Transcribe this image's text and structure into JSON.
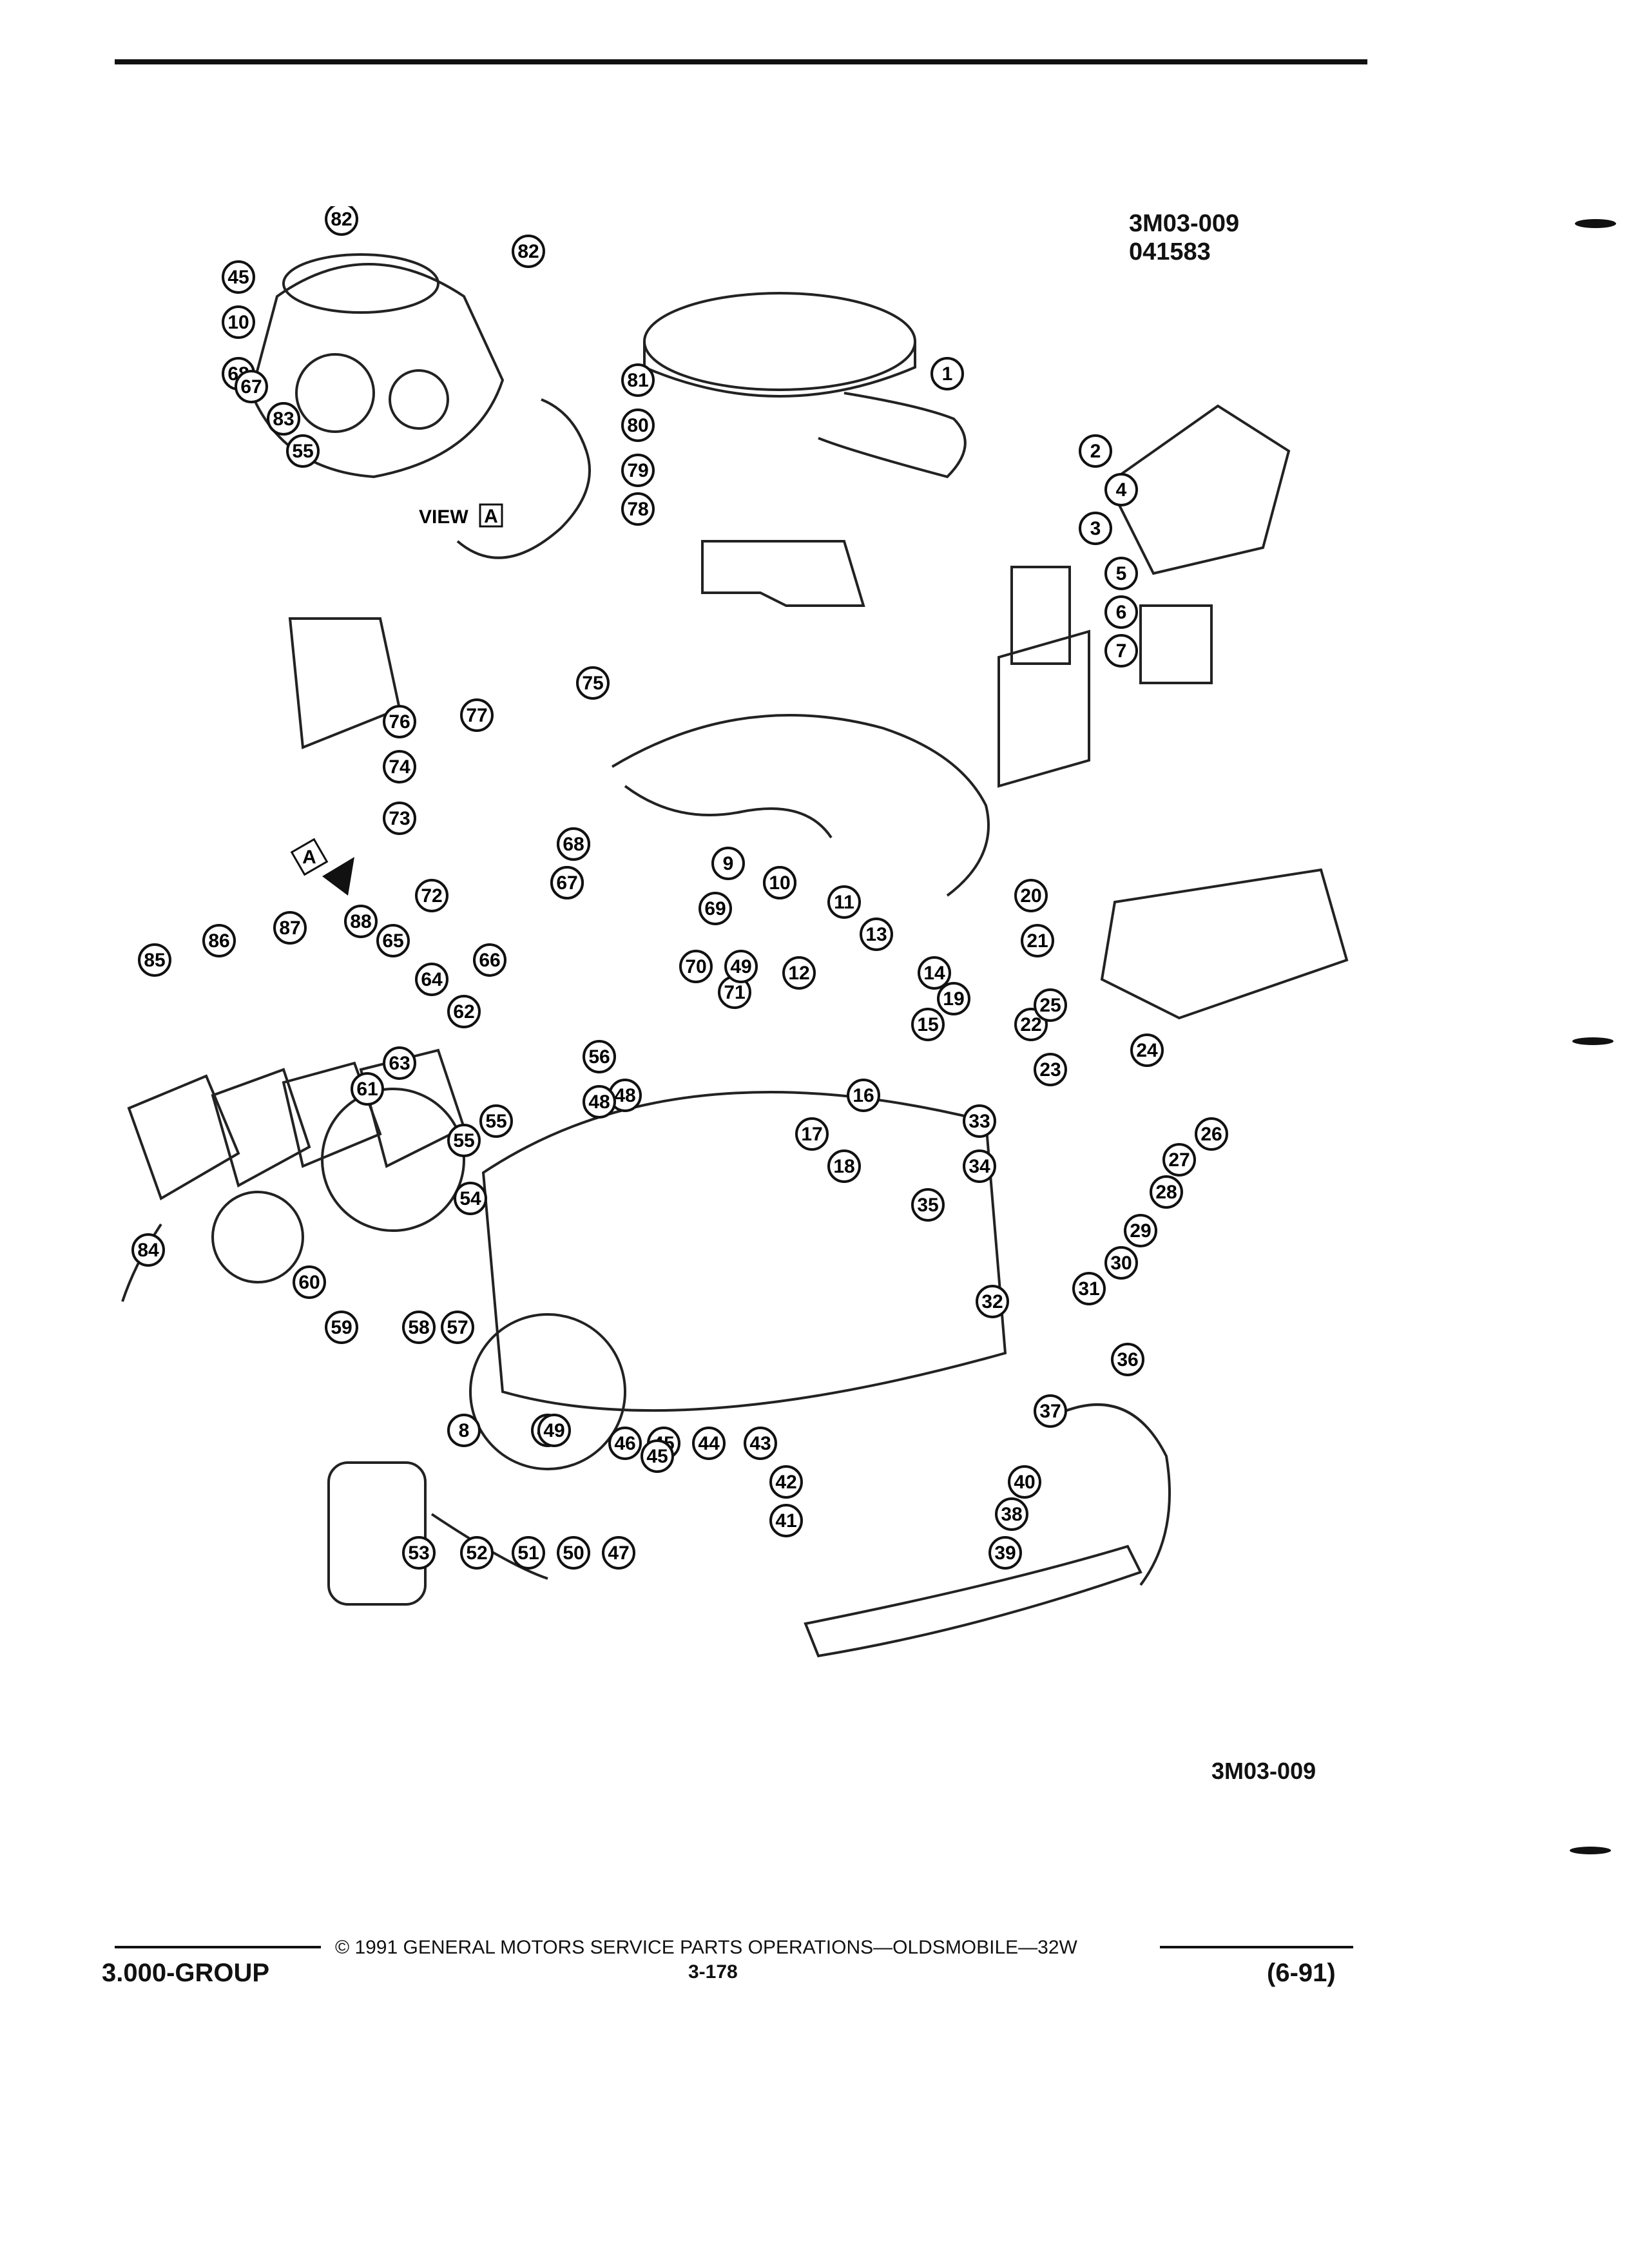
{
  "header": {
    "figure_code": "3M03-009",
    "figure_date": "041583"
  },
  "diagram": {
    "view_label": "VIEW",
    "view_letter": "A",
    "arrow_letter": "A",
    "callouts": [
      "1",
      "2",
      "3",
      "4",
      "5",
      "6",
      "7",
      "8",
      "9",
      "10",
      "11",
      "12",
      "13",
      "14",
      "15",
      "16",
      "17",
      "18",
      "19",
      "20",
      "21",
      "22",
      "23",
      "24",
      "25",
      "26",
      "27",
      "28",
      "29",
      "30",
      "31",
      "32",
      "33",
      "34",
      "35",
      "36",
      "37",
      "38",
      "39",
      "40",
      "41",
      "42",
      "43",
      "44",
      "45",
      "46",
      "47",
      "48",
      "49",
      "50",
      "51",
      "52",
      "53",
      "54",
      "55",
      "56",
      "57",
      "58",
      "59",
      "60",
      "61",
      "62",
      "63",
      "64",
      "65",
      "66",
      "67",
      "68",
      "69",
      "70",
      "71",
      "72",
      "73",
      "74",
      "75",
      "76",
      "77",
      "78",
      "79",
      "80",
      "81",
      "82",
      "83",
      "84",
      "85",
      "86",
      "87",
      "88"
    ],
    "view_a_callouts": [
      "82",
      "45",
      "10",
      "68",
      "67",
      "83",
      "55"
    ],
    "extra_callouts": [
      "49",
      "49",
      "55",
      "45",
      "48",
      "10",
      "67",
      "68"
    ]
  },
  "bottom_code": "3M03-009",
  "footer": {
    "copyright": "© 1991 GENERAL MOTORS SERVICE PARTS OPERATIONS—OLDSMOBILE—32W",
    "group": "3.000-GROUP",
    "page": "3-178",
    "date": "(6-91)"
  }
}
